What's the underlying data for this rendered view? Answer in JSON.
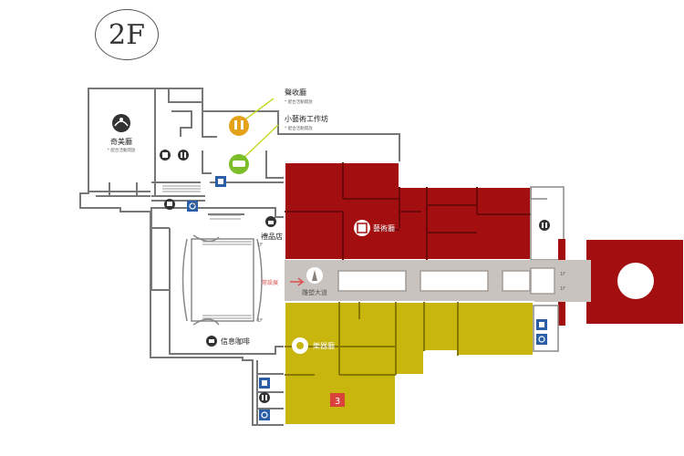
{
  "floor": "2F",
  "colors": {
    "art_hall": "#a30f10",
    "music_hall": "#c8b50e",
    "corridor": "#c9c3bf",
    "wall": "#777777",
    "collection_icon": "#e3a21a",
    "workshop_icon": "#7cbe2a",
    "service_icon": "#2a5fa8",
    "leader_line": "#c6d92c",
    "exhibit_arrow": "#d9534f"
  },
  "callouts": {
    "collection_hall": {
      "name": "聲收廳",
      "note": "* 配合活動開放"
    },
    "art_workshop": {
      "name": "小藝術工作坊",
      "note": "* 配合活動開放"
    }
  },
  "rooms": {
    "wonder_hall": {
      "name": "奇美廳",
      "note": "* 配合活動開放"
    },
    "gift_shop": "禮品店",
    "cafe": "信息咖啡",
    "art_gallery": "藝術廳",
    "music_gallery": "樂器廳",
    "lobby": "雕塑大道",
    "permanent": "常設展",
    "room_number": "3"
  },
  "stair_tags": [
    "1F",
    "1F",
    "1F",
    "1F",
    "1F"
  ],
  "icons": [
    "stage-icon",
    "elevator-icon",
    "restroom-icon",
    "lockers-icon",
    "accessible-icon",
    "lock-icon",
    "phone-icon",
    "sculpture-icon",
    "frame-icon",
    "trumpet-icon"
  ]
}
